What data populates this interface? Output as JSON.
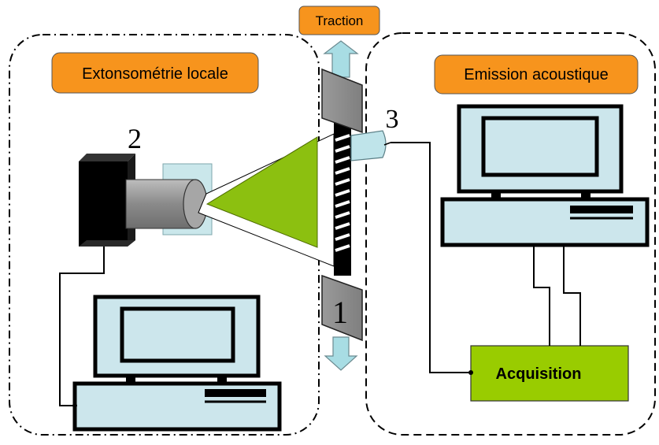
{
  "labels": {
    "traction": "Traction",
    "extensometry": "Extonsométrie locale",
    "acoustic_emission": "Emission acoustique",
    "acquisition": "Acquisition"
  },
  "markers": {
    "one": "1",
    "two": "2",
    "three": "3"
  },
  "colors": {
    "orange_label": "#f7941d",
    "acquisition_green": "#99cc00",
    "cone_green": "#8cc010",
    "screen_cyan": "#cce6ec",
    "grip_gray": "#8c8c8c"
  }
}
